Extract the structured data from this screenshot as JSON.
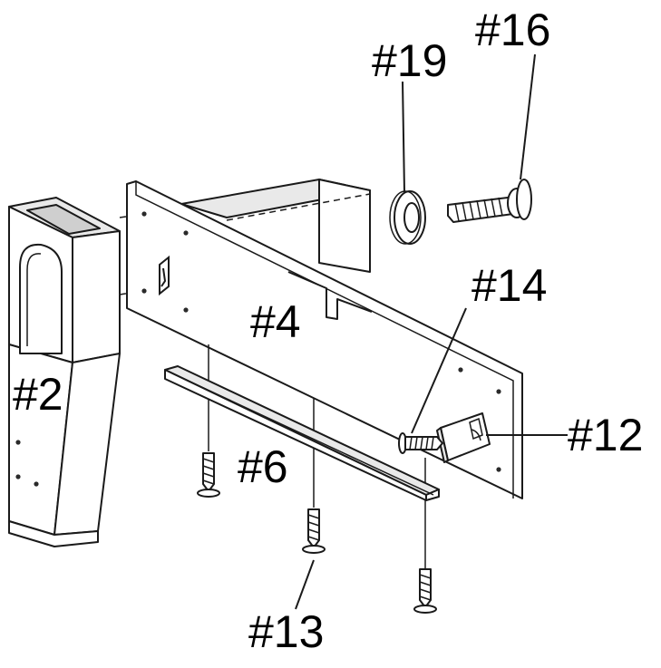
{
  "labels": {
    "part_2": "#2",
    "part_4": "#4",
    "part_6": "#6",
    "part_12": "#12",
    "part_13": "#13",
    "part_14": "#14",
    "part_16": "#16",
    "part_19": "#19"
  }
}
